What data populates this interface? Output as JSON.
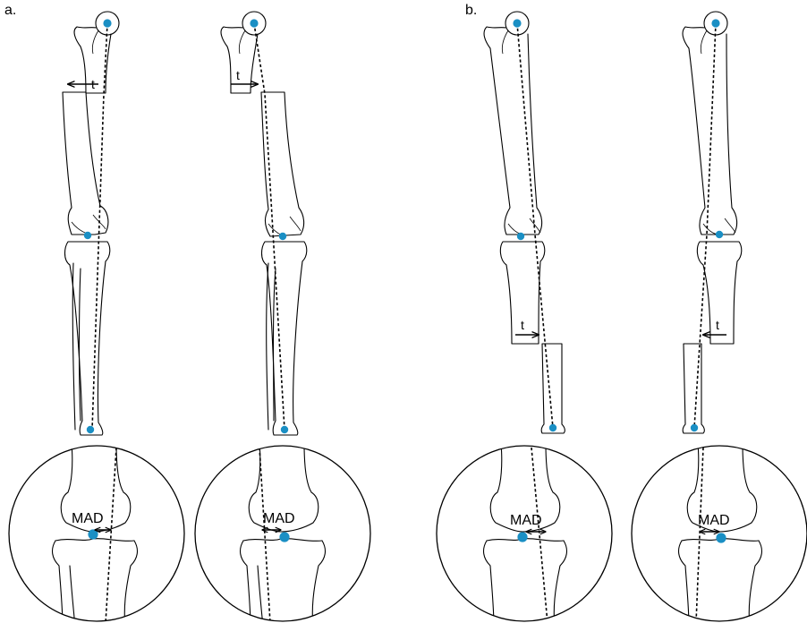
{
  "panels": [
    {
      "label": "a."
    },
    {
      "label": "b."
    }
  ],
  "translation_label": "t",
  "mad_label": "MAD",
  "colors": {
    "center_point": "#1a8fc4",
    "line": "#000000"
  },
  "icons": {
    "direction_arrow": "arrow-icon"
  }
}
